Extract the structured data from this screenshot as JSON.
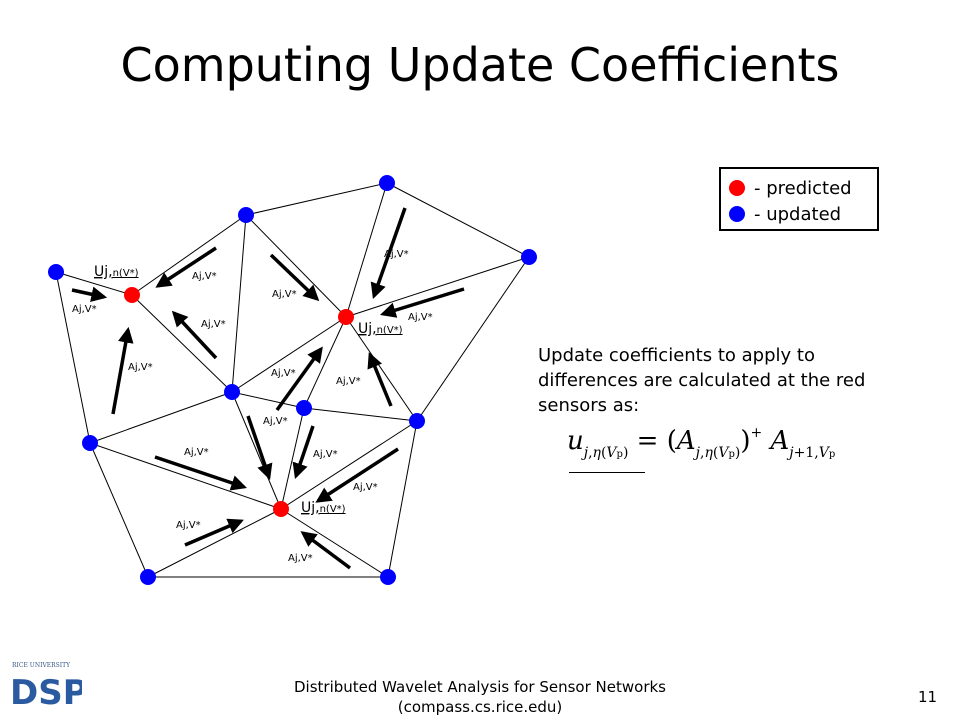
{
  "slide": {
    "title": "Computing Update Coefficients",
    "legend": {
      "predicted_label": "- predicted",
      "updated_label": "- updated",
      "predicted_color": "#ff0000",
      "updated_color": "#0000ff"
    },
    "description": "Update coefficients to apply to differences are calculated at the red sensors as:",
    "equation_label": "u_{j,η(V_p)} = (A_{j,η(V_p)})^+ A_{j+1,V_p}",
    "footer_line1": "Distributed Wavelet Analysis for Sensor Networks",
    "footer_line2": "(compass.cs.rice.edu)",
    "page_number": "11",
    "logo_text": "RICE UNIVERSITY",
    "logo_mark": "DSP"
  },
  "diagram": {
    "arrow_label": "Aj,V*",
    "update_label_main": "Uj,",
    "update_label_sub": "n(V*)"
  }
}
